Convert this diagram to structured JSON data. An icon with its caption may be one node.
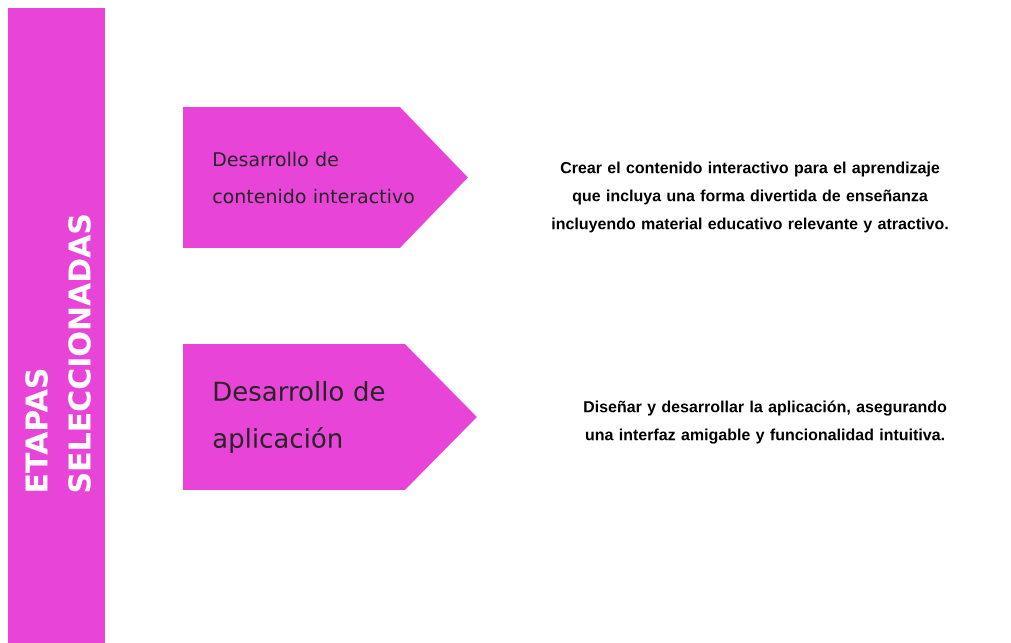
{
  "diagram": {
    "nodes": [
      {
        "text": [
          "ETAPAS SELECCIONADAS"
        ]
      },
      {
        "text": [
          "Desarrollo de contenido interactivo"
        ]
      },
      {
        "text": [
          "Desarrollo de aplicación"
        ]
      }
    ],
    "edges": [],
    "labels": [
      "Crear el contenido interactivo para el aprendizaje que incluya una forma divertida de enseñanza incluyendo material educativo relevante y atractivo.",
      "Diseñar y desarrollar la aplicación, asegurando una interfaz amigable y funcionalidad intuitiva."
    ]
  }
}
